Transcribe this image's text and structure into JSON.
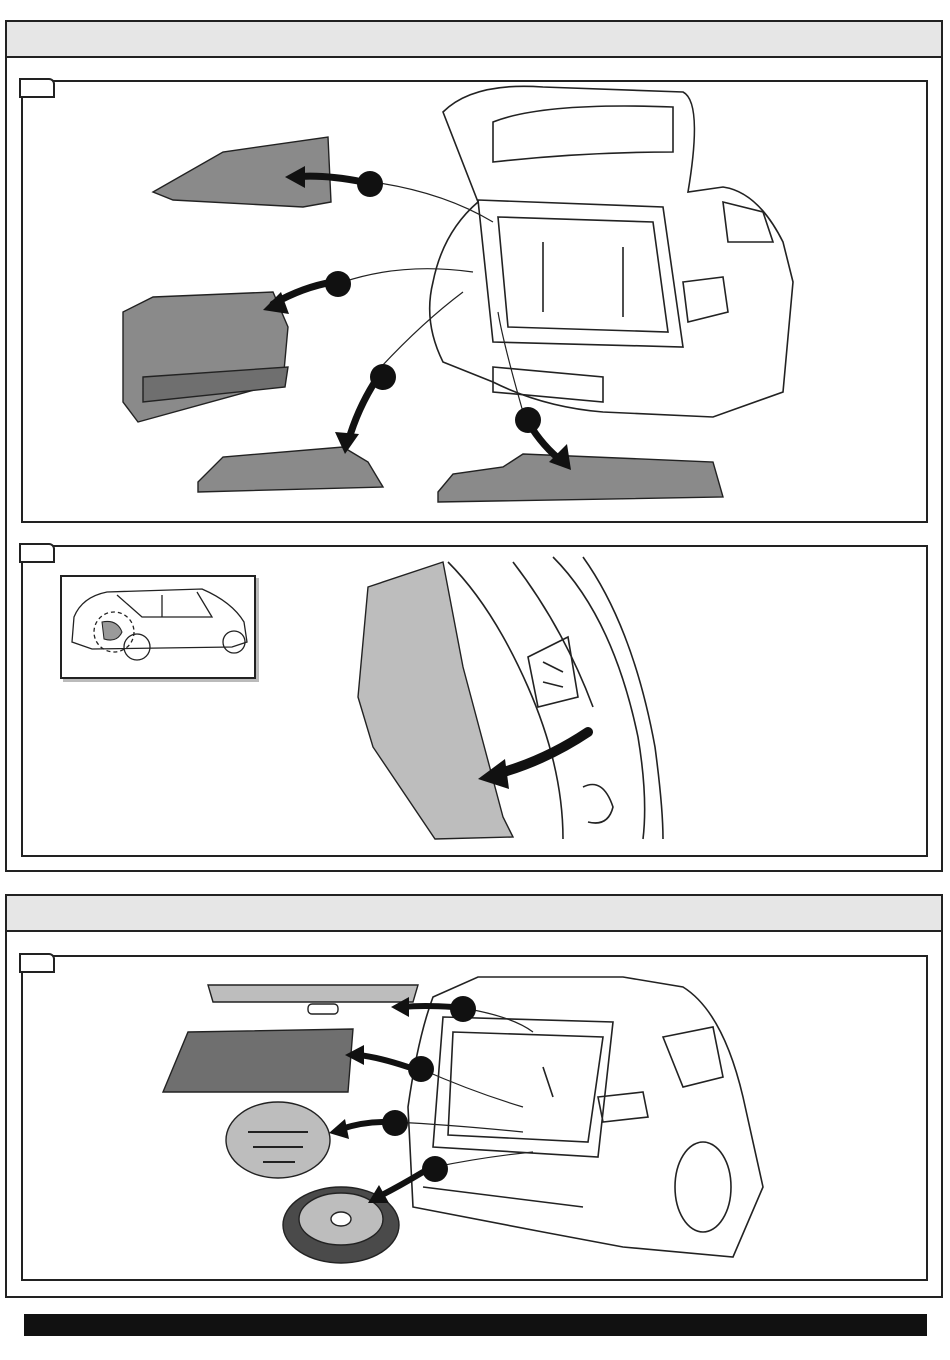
{
  "sections": [
    {
      "name": "removal-section",
      "header": ""
    },
    {
      "name": "spare-wheel-section",
      "header": ""
    }
  ],
  "panels": [
    {
      "id": "panel-1",
      "step_label": ""
    },
    {
      "id": "panel-2",
      "step_label": ""
    },
    {
      "id": "panel-3",
      "step_label": ""
    }
  ],
  "icons": {
    "step_marker": "filled-circle",
    "direction_arrow": "curved-arrow"
  },
  "colors": {
    "line": "#222222",
    "header_fill": "#e6e6e6",
    "trim_fill": "#8a8a8a",
    "trim_light": "#bdbdbd",
    "marker": "#111111"
  },
  "footer": {
    "text": ""
  }
}
